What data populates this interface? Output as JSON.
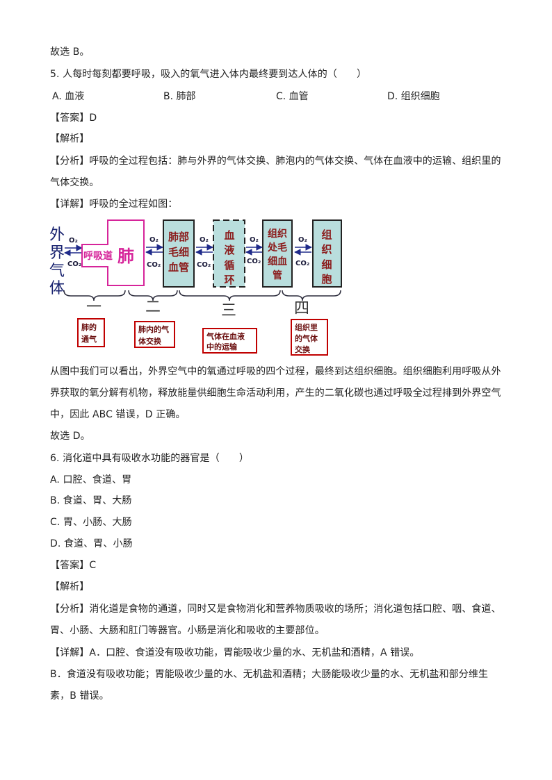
{
  "prev_question": {
    "conclusion": "故选 B。"
  },
  "q5": {
    "stem": "5. 人每时每刻都要呼吸，吸入的氧气进入体内最终要到达人体的（　　）",
    "options": [
      "A. 血液",
      "B. 肺部",
      "C. 血管",
      "D. 组织细胞"
    ],
    "answer": "【答案】D",
    "analysis_heading": "【解析】",
    "analysis_lines": [
      "【分析】呼吸的全过程包括：肺与外界的气体交换、肺泡内的气体交换、气体在血液中的运输、组织里的",
      "气体交换。"
    ],
    "detail_intro": "【详解】呼吸的全过程如图：",
    "explanation_lines": [
      "从图中我们可以看出，外界空气中的氧通过呼吸的四个过程，最终到达组织细胞。组织细胞利用呼吸从外",
      "界获取的氧分解有机物，释放能量供细胞生命活动利用，产生的二氧化碳也通过呼吸全过程排到外界空气",
      "中，因此 ABC 错误，D 正确。"
    ],
    "conclusion": "故选 D。"
  },
  "diagram": {
    "outside_air": [
      "外",
      "界",
      "气",
      "体"
    ],
    "respiratory_tract": "呼吸道",
    "lung": "肺",
    "o2": "O₂",
    "co2": "CO₂",
    "boxes": [
      {
        "lines": [
          "肺部",
          "毛细",
          "血管"
        ]
      },
      {
        "lines": [
          "血",
          "液",
          "循",
          "环"
        ]
      },
      {
        "lines": [
          "组织",
          "处毛",
          "细血",
          "管"
        ]
      },
      {
        "lines": [
          "组",
          "织",
          "细",
          "胞"
        ]
      }
    ],
    "stages": [
      {
        "numeral": "一",
        "lines": [
          "肺的",
          "通气"
        ]
      },
      {
        "numeral": "二",
        "lines": [
          "肺内的气",
          "体交换"
        ]
      },
      {
        "numeral": "三",
        "lines": [
          "气体在血液",
          "中的运输"
        ]
      },
      {
        "numeral": "四",
        "lines": [
          "组织里",
          "的气体",
          "交换"
        ]
      }
    ],
    "colors": {
      "arrow": "#1f2a8a",
      "lung": "#d6249a",
      "box_fill": "#b9dedd",
      "box_text": "#8b1a1a",
      "stage_border": "#c00000",
      "air": "#1a2470"
    }
  },
  "q6": {
    "stem": "6. 消化道中具有吸收水功能的器官是（　　）",
    "options": [
      "A. 口腔、食道、胃",
      "B. 食道、胃、大肠",
      "C. 胃、小肠、大肠",
      "D. 食道、胃、小肠"
    ],
    "answer": "【答案】C",
    "analysis_heading": "【解析】",
    "analysis_lines": [
      "【分析】消化道是食物的通道，同时又是食物消化和营养物质吸收的场所；消化道包括口腔、咽、食道、",
      "胃、小肠、大肠和肛门等器官。小肠是消化和吸收的主要部位。"
    ],
    "detail_lines": [
      "【详解】A．口腔、食道没有吸收功能，胃能吸收少量的水、无机盐和酒精，A 错误。",
      "B．食道没有吸收功能；胃能吸收少量的水、无机盐和酒精；大肠能吸收少量的水、无机盐和部分维生",
      "素，B 错误。"
    ]
  }
}
